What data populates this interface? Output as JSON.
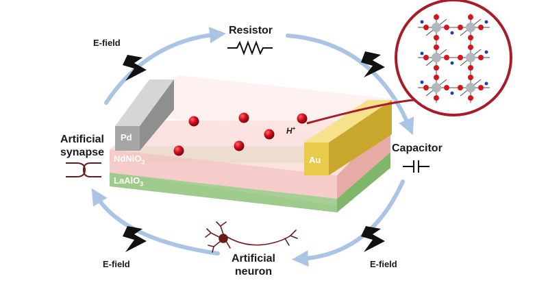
{
  "labels": {
    "resistor": "Resistor",
    "capacitor": "Capacitor",
    "artificial_synapse_line1": "Artificial",
    "artificial_synapse_line2": "synapse",
    "artificial_neuron_line1": "Artificial",
    "artificial_neuron_line2": "neuron",
    "efield_top_left": "E-field",
    "efield_bottom_left": "E-field",
    "efield_bottom_right": "E-field"
  },
  "materials": {
    "pd": "Pd",
    "au": "Au",
    "ndnio3_main": "NdNiO",
    "ndnio3_sub": "3",
    "laalo3_main": "LaAlO",
    "laalo3_sub": "3"
  },
  "ion": {
    "symbol": "H",
    "charge": "+"
  },
  "colors": {
    "cycle_arrow": "#a9c4e4",
    "proton": "#c8121b",
    "inset_border": "#a81c2a",
    "pd_electrode": "#a6a6a6",
    "au_electrode": "#e8cb4a",
    "ndnio3_layer": "#f4c7c3",
    "laalo3_layer": "#a8cf97"
  },
  "icons": [
    "lightning-bolt-icon",
    "resistor-symbol-icon",
    "capacitor-symbol-icon",
    "synapse-icon",
    "neuron-icon",
    "crystal-lattice-icon"
  ]
}
